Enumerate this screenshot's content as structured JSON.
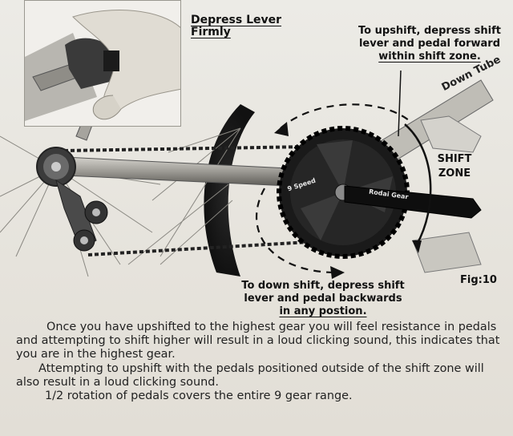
{
  "figure": {
    "depress_label": "Depress Lever Firmly",
    "upshift_lines": [
      "To upshift, depress shift",
      "lever and pedal forward",
      "within shift zone."
    ],
    "down_tube_label": "Down Tube",
    "shift_zone_lines": [
      "SHIFT",
      "ZONE"
    ],
    "fig_label": "Fig:10",
    "downshift_lines": [
      "To down shift, depress shift",
      "lever and pedal backwards",
      "in any postion."
    ],
    "crank_speed_label": "9 Speed",
    "crank_brand_label": "Rodai Gear"
  },
  "body": {
    "paragraph1": "Once you have upshifted to the highest gear you will feel resistance in pedals and attempting to shift higher will result in a loud clicking sound, this indicates that you are in the highest gear.",
    "paragraph2": "Attempting to upshift with the pedals positioned outside of the shift zone will also result in a loud clicking sound.",
    "paragraph3": "1/2 rotation of pedals covers the entire 9 gear range."
  }
}
